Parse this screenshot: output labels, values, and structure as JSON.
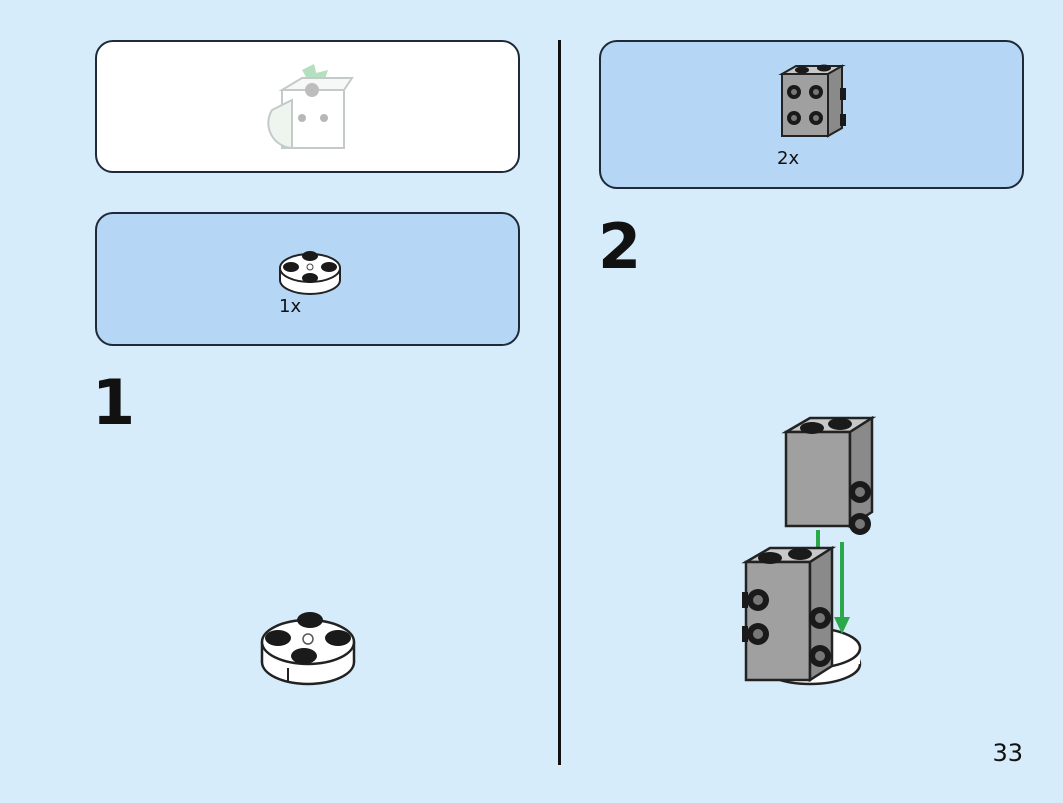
{
  "step1": {
    "number": "1",
    "parts_quantity": "1x"
  },
  "step2": {
    "number": "2",
    "parts_quantity": "2x"
  },
  "page_number": "33",
  "colors": {
    "background": "#d6ecfa",
    "parts_panel": "#b5d6f4",
    "submodel_panel": "#ffffff",
    "panel_border": "#1e2a38",
    "brick_gray": "#a0a0a0",
    "stud_black": "#1a1a1a",
    "arrow_green": "#2aa84a"
  },
  "icons": {
    "submodel_preview": "faded-white-block-with-green-leaves",
    "part_round_plate": "round-plate-2x2-white",
    "part_brick": "brick-1x2-with-side-studs-gray"
  }
}
